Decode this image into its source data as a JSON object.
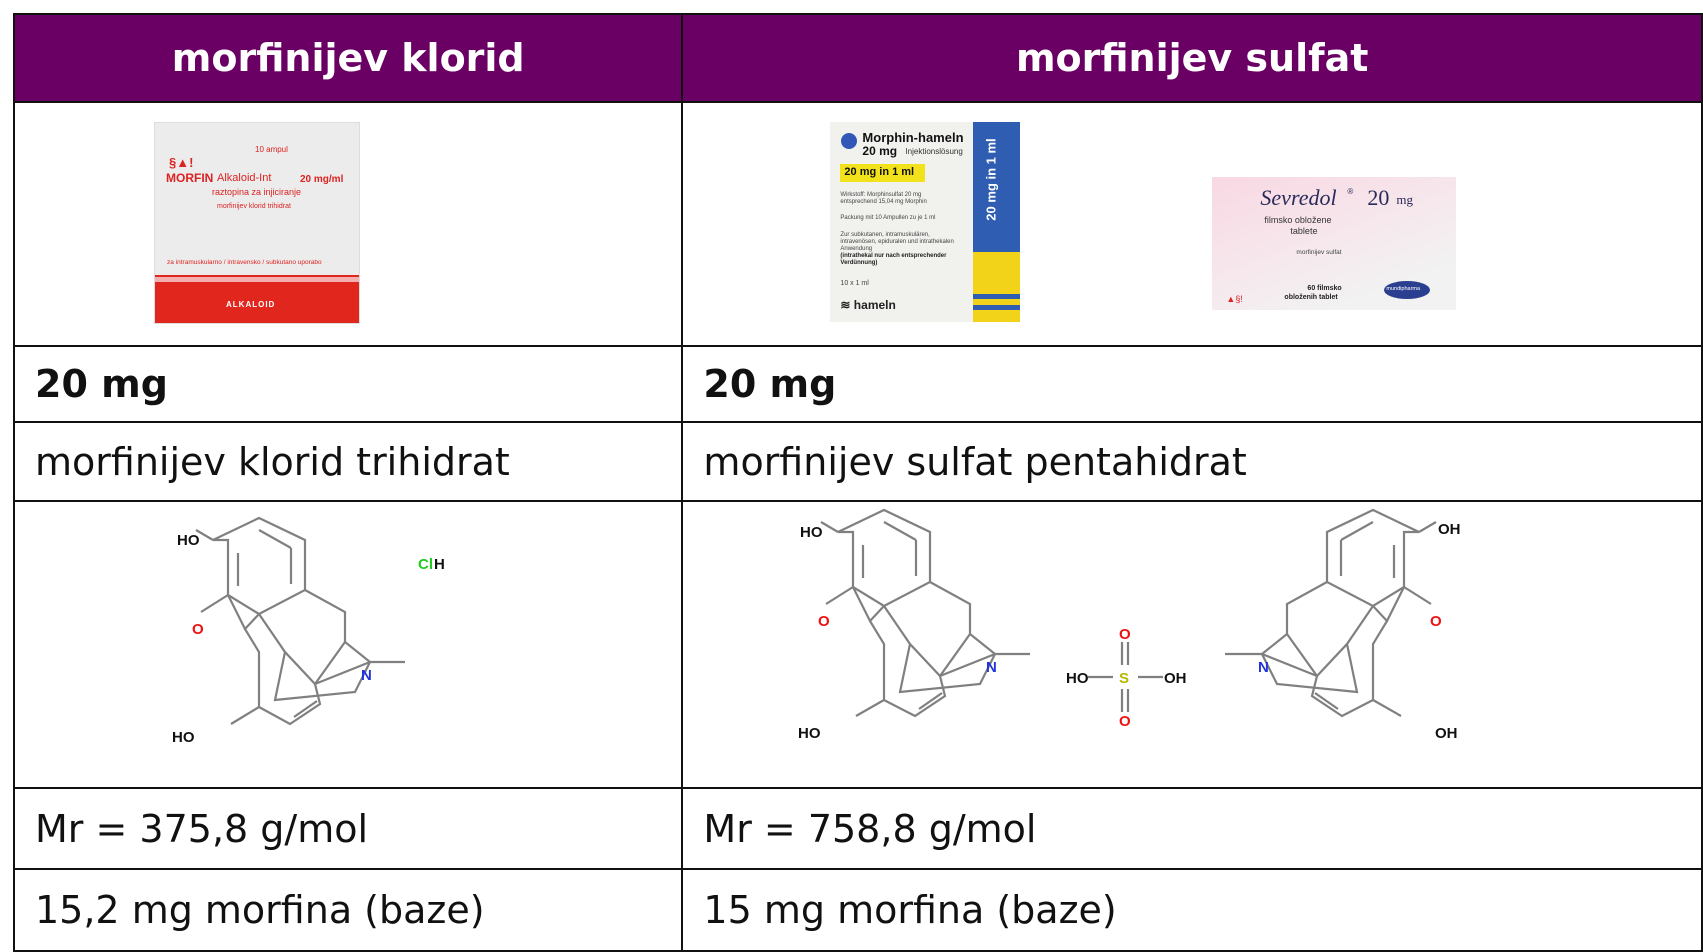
{
  "header": {
    "left": "morfinijev klorid",
    "right": "morfinijev sulfat"
  },
  "products": {
    "morfin": {
      "ampoules": "10 ampul",
      "warning": "§▲!",
      "name": "MORFIN",
      "maker_suffix": "Alkaloid-Int",
      "strength": "20 mg/ml",
      "form": "raztopina za injiciranje",
      "substance": "morfinijev klorid trihidrat",
      "route": "za intramuskularno / intravensko / subkutano uporabo",
      "brand": "ALKALOID"
    },
    "hameln": {
      "name": "Morphin-hameln",
      "strength": "20 mg",
      "form": "Injektionslösung",
      "concentration": "20 mg in 1 ml",
      "active": "Wirkstoff: Morphinsulfat 20 mg",
      "active2": "entsprechend 15,04 mg Morphin",
      "pack": "Packung mit 10 Ampullen zu je 1 ml",
      "use1": "Zur subkutanen, intramuskulären,",
      "use2": "intravenösen, epiduralen und intrathekalen",
      "use3": "Anwendung",
      "note1": "(intrathekal nur nach entsprechender",
      "note2": "Verdünnung)",
      "count": "10 x 1 ml",
      "brand": "≋ hameln",
      "side": "20 mg in 1 ml"
    },
    "sevredol": {
      "name": "Sevredol",
      "reg": "®",
      "strength": "20",
      "unit": "mg",
      "form1": "filmsko obložene",
      "form2": "tablete",
      "substance": "morfinijev sulfat",
      "count1": "60 filmsko",
      "count2": "obloženih tablet",
      "warning": "▲§!",
      "brand": "mundipharma"
    }
  },
  "rows": {
    "dose": {
      "left": "20 mg",
      "right": "20 mg"
    },
    "salt": {
      "left": "morfinijev klorid trihidrat",
      "right": "morfinijev sulfat pentahidrat"
    },
    "mr": {
      "left": "Mr = 375,8 g/mol",
      "right": "Mr = 758,8 g/mol"
    },
    "base": {
      "left": "15,2 mg morfina (baze)",
      "right": "15 mg morfina (baze)"
    }
  },
  "structures": {
    "left": {
      "ho_top": "HO",
      "ho_bottom": "HO",
      "o": "O",
      "n": "N",
      "cl": "Cl",
      "h": "H"
    },
    "right": {
      "ho_top": "HO",
      "ho_bottom": "HO",
      "o": "O",
      "n": "N",
      "s": "S",
      "so_top": "O",
      "so_bottom": "O",
      "ho_s": "HO",
      "oh_s": "OH",
      "oh_top": "OH",
      "oh_bottom": "OH",
      "o2": "O",
      "n2": "N"
    }
  },
  "colors": {
    "header_bg": "#6a0063",
    "nitrogen": "#2233dd",
    "oxygen": "#ee1111",
    "sulfur": "#b8b800",
    "chlorine": "#22cc22",
    "bond": "#808080"
  }
}
